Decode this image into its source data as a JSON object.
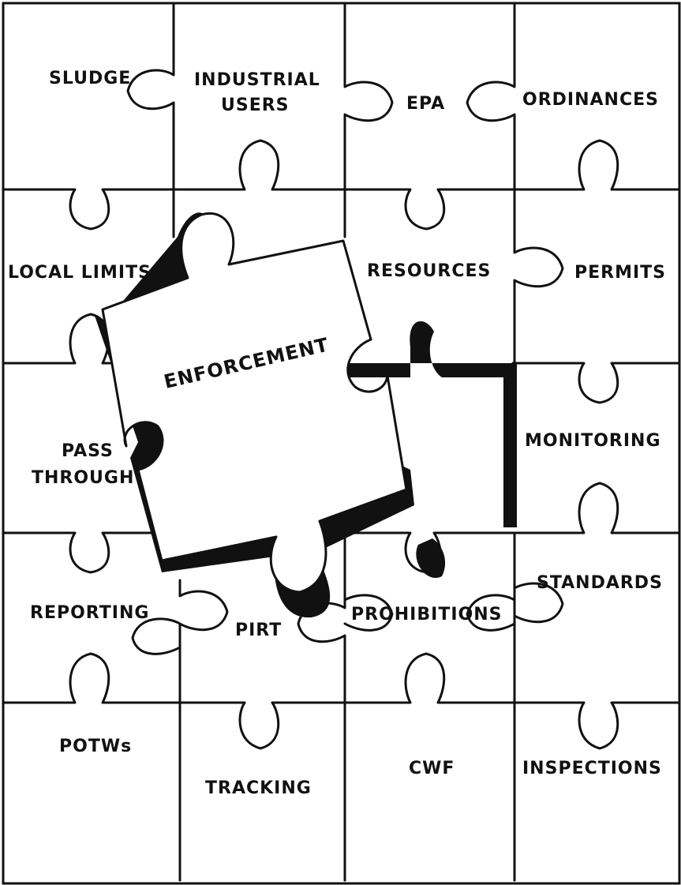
{
  "colors": {
    "ink": "#111111",
    "paper": "#ffffff"
  },
  "pieces": {
    "sludge": "SLUDGE",
    "industrial_users_line1": "INDUSTRIAL",
    "industrial_users_line2": "USERS",
    "epa": "EPA",
    "ordinances": "ORDINANCES",
    "local_limits": "LOCAL LIMITS",
    "resources": "RESOURCES",
    "permits": "PERMITS",
    "enforcement": "ENFORCEMENT",
    "pass_through_line1": "PASS",
    "pass_through_line2": "THROUGH",
    "monitoring": "MONITORING",
    "reporting": "REPORTING",
    "pirt": "PIRT",
    "prohibitions": "PROHIBITIONS",
    "standards": "STANDARDS",
    "potws": "POTWs",
    "tracking": "TRACKING",
    "cwf": "CWF",
    "inspections": "INSPECTIONS"
  }
}
